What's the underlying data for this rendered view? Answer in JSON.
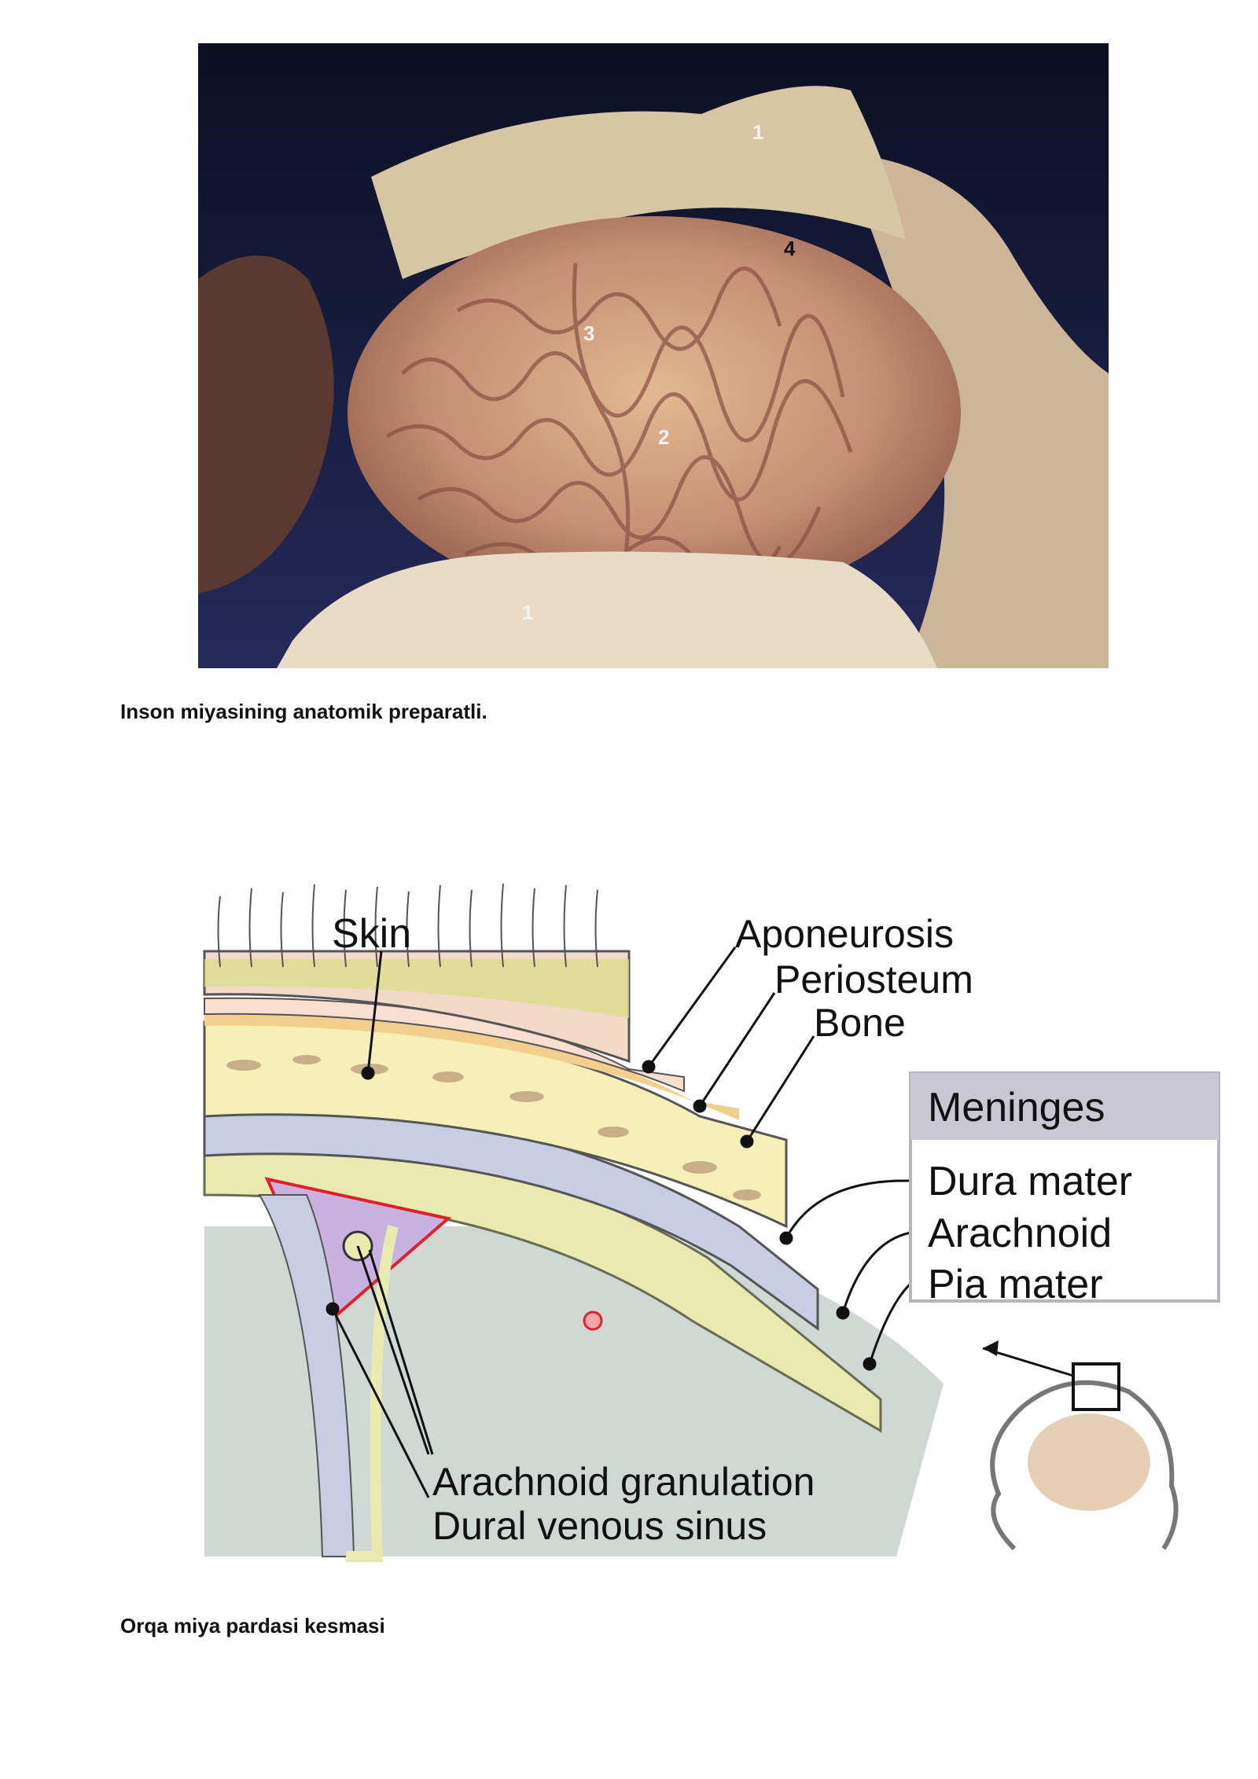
{
  "photo": {
    "labels": [
      "1",
      "4",
      "3",
      "2",
      "1"
    ]
  },
  "captions": {
    "top": "Inson miyasining anatomik preparatli.",
    "bottom": "Orqa miya pardasi kesmasi"
  },
  "diagram": {
    "labels": {
      "skin": "Skin",
      "aponeurosis": "Aponeurosis",
      "periosteum": "Periosteum",
      "bone": "Bone",
      "meninges_title": "Meninges",
      "dura": "Dura mater",
      "arachnoid": "Arachnoid",
      "pia": "Pia mater",
      "granulation": "Arachnoid granulation",
      "sinus": "Dural venous sinus"
    },
    "colors": {
      "skin": "#f3d9c8",
      "aponeurosis": "#fadfd0",
      "periosteum": "#f2cf8c",
      "bone": "#f6f0b8",
      "dura": "#c9cde3",
      "arachnoid": "#e9eab0",
      "sinus": "#c9b2e0",
      "brain": "#d4dcd6"
    }
  }
}
